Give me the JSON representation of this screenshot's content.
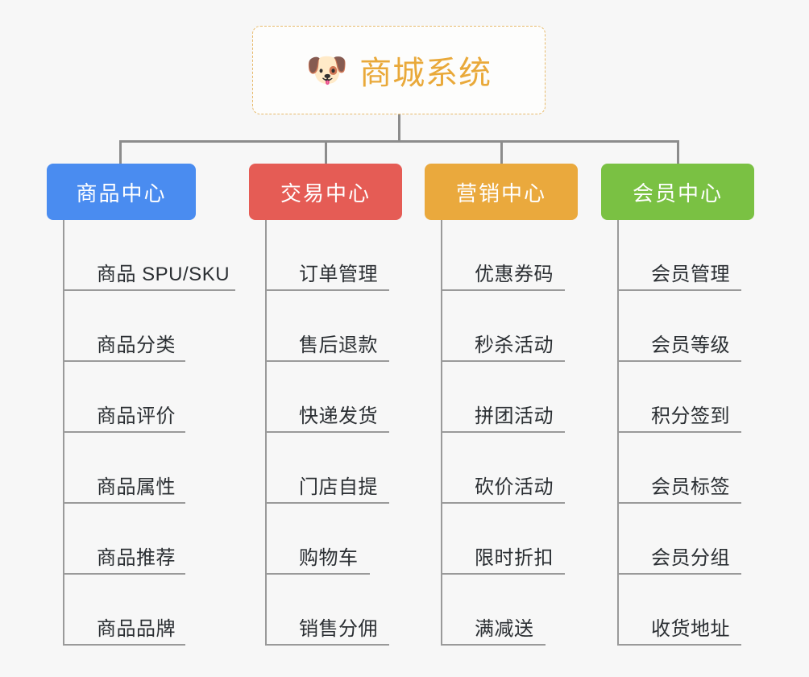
{
  "canvas": {
    "background": "#f7f7f7",
    "connector_color": "#8c8c8c"
  },
  "root": {
    "icon": "dog-face-icon",
    "icon_glyph": "🐶",
    "title": "商城系统",
    "title_color": "#e9a93a",
    "border_color": "#e8bb6d"
  },
  "columns": [
    {
      "id": "product-center",
      "title": "商品中心",
      "color": "#4a8cf0",
      "items": [
        "商品 SPU/SKU",
        "商品分类",
        "商品评价",
        "商品属性",
        "商品推荐",
        "商品品牌"
      ]
    },
    {
      "id": "trade-center",
      "title": "交易中心",
      "color": "#e55c55",
      "items": [
        "订单管理",
        "售后退款",
        "快递发货",
        "门店自提",
        "购物车",
        "销售分佣"
      ]
    },
    {
      "id": "marketing-center",
      "title": "营销中心",
      "color": "#eaa93d",
      "items": [
        "优惠券码",
        "秒杀活动",
        "拼团活动",
        "砍价活动",
        "限时折扣",
        "满减送"
      ]
    },
    {
      "id": "member-center",
      "title": "会员中心",
      "color": "#7ac143",
      "items": [
        "会员管理",
        "会员等级",
        "积分签到",
        "会员标签",
        "会员分组",
        "收货地址"
      ]
    }
  ]
}
